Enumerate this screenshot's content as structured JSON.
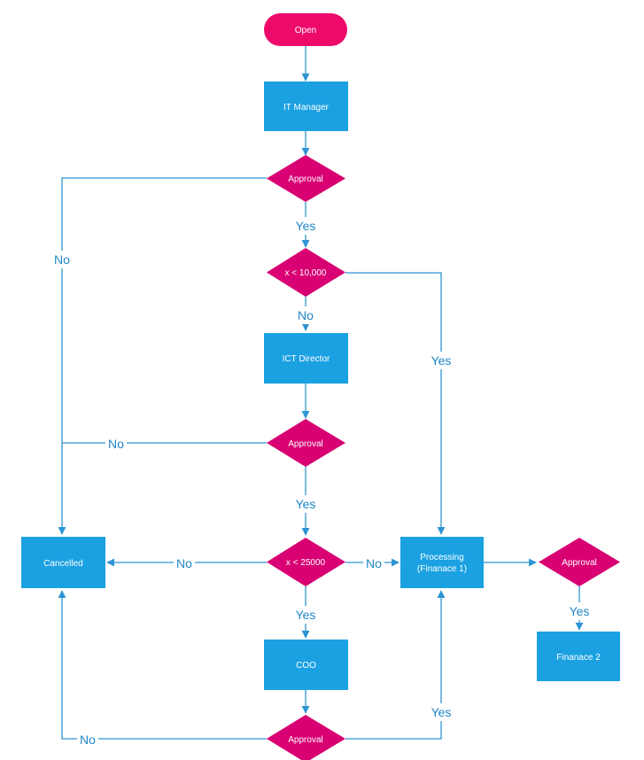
{
  "colors": {
    "box_fill": "#1BA1E2",
    "decision_fill": "#D80073",
    "terminator_fill": "#EE0A6A",
    "connector": "#2E95D3",
    "label_text": "#1F86C8",
    "node_text": "#ffffff"
  },
  "nodes": {
    "open": {
      "shape": "terminator",
      "label": "Open"
    },
    "it_manager": {
      "shape": "process",
      "label": "IT Manager"
    },
    "approval_1": {
      "shape": "decision",
      "label": "Approval"
    },
    "threshold_10000": {
      "shape": "decision",
      "label": "x < 10,000"
    },
    "ict_director": {
      "shape": "process",
      "label": "ICT Director"
    },
    "approval_2": {
      "shape": "decision",
      "label": "Approval"
    },
    "threshold_25000": {
      "shape": "decision",
      "label": "x < 25000"
    },
    "cancelled": {
      "shape": "process",
      "label": "Cancelled"
    },
    "processing": {
      "shape": "process",
      "label_line1": "Processing",
      "label_line2": "(Finanace 1)"
    },
    "approval_finance": {
      "shape": "decision",
      "label": "Approval"
    },
    "finance_2": {
      "shape": "process",
      "label": "Finanace 2"
    },
    "coo": {
      "shape": "process",
      "label": "COO"
    },
    "approval_3": {
      "shape": "decision",
      "label": "Approval"
    }
  },
  "edge_labels": {
    "approval1_yes": "Yes",
    "approval1_no": "No",
    "threshold10000_no": "No",
    "threshold10000_yes": "Yes",
    "approval2_no": "No",
    "approval2_yes": "Yes",
    "threshold25000_left_no": "No",
    "threshold25000_right_no": "No",
    "threshold25000_yes": "Yes",
    "approval3_no": "No",
    "approval3_yes": "Yes",
    "approval_finance_yes": "Yes"
  }
}
